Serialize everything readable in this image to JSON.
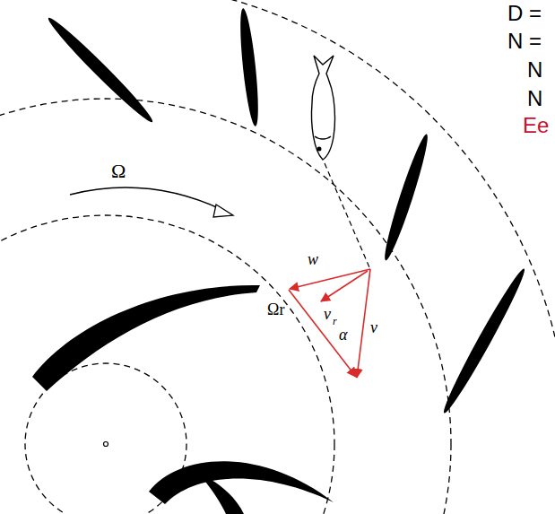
{
  "diagram": {
    "labels": [
      "D =",
      "N =",
      "N",
      "N",
      "Ee",
      "Ω",
      "w",
      "v",
      "r",
      "Ωr",
      "α",
      "v"
    ]
  }
}
